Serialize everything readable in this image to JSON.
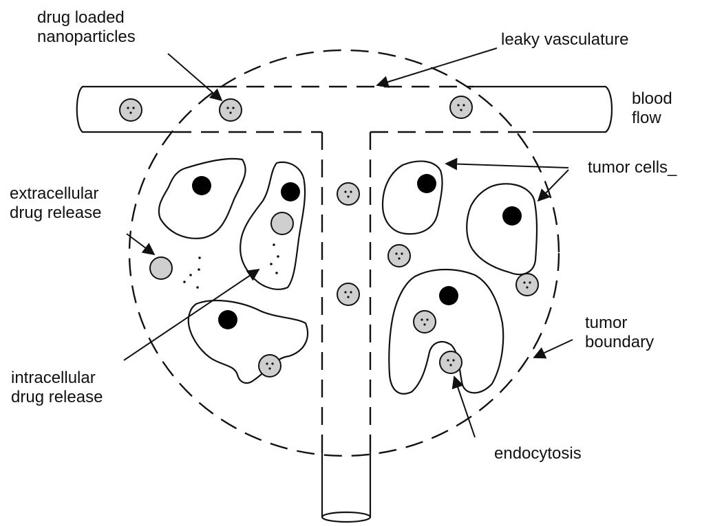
{
  "colors": {
    "ink": "#111111",
    "nanoparticle_fill": "#cfcfcf",
    "nucleus": "#000000",
    "background": "#ffffff"
  },
  "labels": {
    "drug_loaded_nanoparticles": [
      "drug loaded",
      "nanoparticles"
    ],
    "leaky_vasculature": "leaky vasculature",
    "blood_flow": [
      "blood",
      "flow"
    ],
    "tumor_cells": "tumor cells_",
    "extracellular_drug_release": [
      "extracellular",
      "drug release"
    ],
    "intracellular_drug_release": [
      "intracellular",
      "drug release"
    ],
    "tumor_boundary": [
      "tumor",
      "boundary"
    ],
    "endocytosis": "endocytosis"
  }
}
